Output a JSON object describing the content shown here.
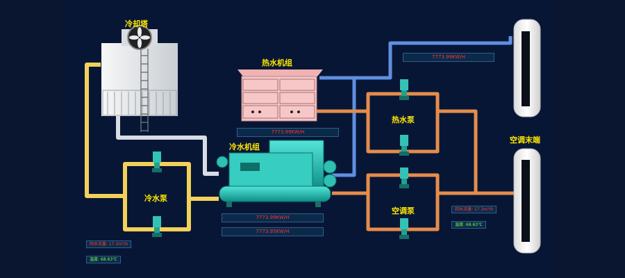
{
  "labels": {
    "cooling_tower": "冷却塔",
    "hot_water_unit": "热水机组",
    "chiller": "冷水机组",
    "chilled_pump": "冷水泵",
    "hot_pump": "热水泵",
    "ac_pump": "空调泵",
    "ac_terminal": "空调末端"
  },
  "readouts": {
    "top": "7773.99KW/H",
    "hot_unit": "7773.99KW/H",
    "chiller_1": "7773.99KW/H",
    "chiller_2": "7773.95KW/H"
  },
  "left_status": {
    "flow": "回水流量: 17.3m³/h",
    "temp": "温度: 68.63℃"
  },
  "right_status": {
    "flow": "回水流量: 17.3m³/h",
    "temp": "温度: 68.63℃"
  },
  "colors": {
    "yellow_pipe": "#f2d15a",
    "gray_pipe": "#d6dbe2",
    "blue_pipe": "#5d8fe0",
    "orange_pipe": "#e58d4b",
    "machine": "#2dc3b7",
    "hot_unit": "#f5c2c2"
  }
}
